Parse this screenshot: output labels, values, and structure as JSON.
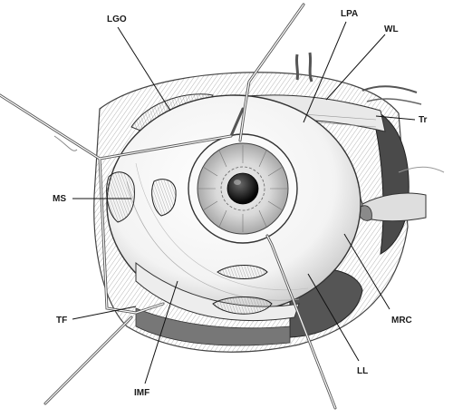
{
  "colors": {
    "ink": "#2a2a2a",
    "shade": "#8a8a8a",
    "dark": "#3a3a3a",
    "background": "#ffffff"
  },
  "labels": {
    "lgo": "LGO",
    "lpa": "LPA",
    "wl": "WL",
    "tr": "Tr",
    "ms": "MS",
    "tf": "TF",
    "imf": "IMF",
    "ll": "LL",
    "mrc": "MRC"
  }
}
